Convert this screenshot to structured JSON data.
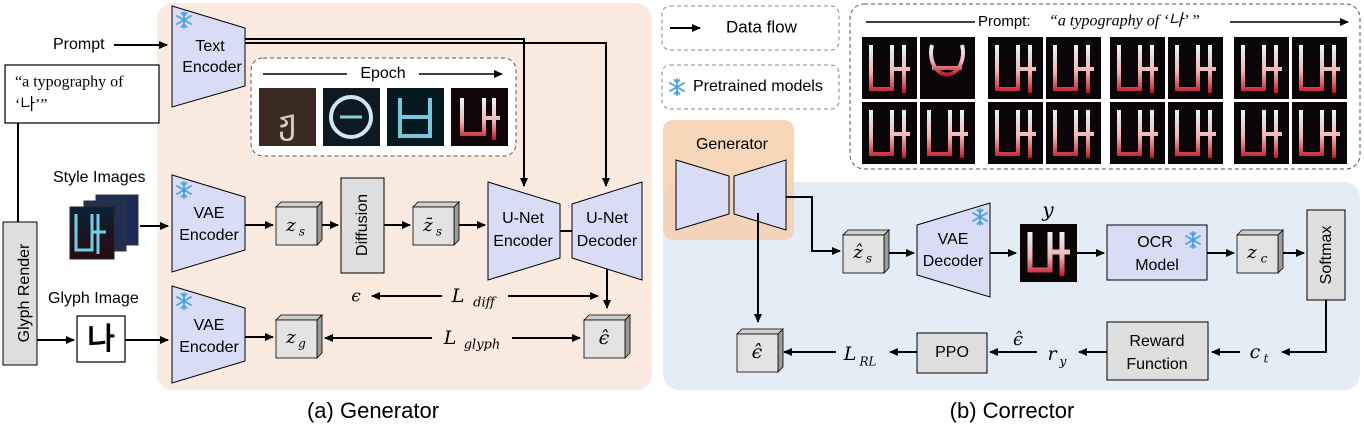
{
  "generator": {
    "caption": "(a) Generator",
    "prompt_label": "Prompt",
    "prompt_text_line1": "“a typography of",
    "prompt_text_line2": "‘나’”",
    "glyph_render": "Glyph Render",
    "style_images_label": "Style Images",
    "glyph_image_label": "Glyph Image",
    "glyph_char": "나",
    "text_encoder": [
      "Text",
      "Encoder"
    ],
    "vae_encoder_style": [
      "VAE",
      "Encoder"
    ],
    "vae_encoder_glyph": [
      "VAE",
      "Encoder"
    ],
    "z_s": "z",
    "z_s_sub": "s",
    "diffusion": "Diffusion",
    "z_bar_s": "z̄",
    "z_bar_s_sub": "s",
    "unet_encoder": [
      "U-Net",
      "Encoder"
    ],
    "unet_decoder": [
      "U-Net",
      "Decoder"
    ],
    "epoch_label": "Epoch",
    "epsilon": "ϵ",
    "l_diff": "L",
    "l_diff_sub": "diff",
    "z_g": "z",
    "z_g_sub": "g",
    "l_glyph": "L",
    "l_glyph_sub": "glyph",
    "eps_hat": "ϵ̂"
  },
  "legend": {
    "data_flow": "Data flow",
    "pretrained_models": "Pretrained models"
  },
  "samples": {
    "prompt_prefix": "Prompt:",
    "prompt_text": "“a typography of ‘나’ ”"
  },
  "corrector": {
    "caption": "(b) Corrector",
    "generator": "Generator",
    "z_hat_s": "ẑ",
    "z_hat_s_sub": "s",
    "vae_decoder": [
      "VAE",
      "Decoder"
    ],
    "y": "y",
    "ocr_model": [
      "OCR",
      "Model"
    ],
    "z_c": "z",
    "z_c_sub": "c",
    "softmax": "Softmax",
    "c_t": "c",
    "c_t_sub": "t",
    "reward_function": [
      "Reward",
      "Function"
    ],
    "eps_hat": "ϵ̂",
    "r_y": "r",
    "r_y_sub": "y",
    "ppo": "PPO",
    "l_rl": "L",
    "l_rl_sub": "RL",
    "eps_hat_out": "ϵ̂"
  },
  "colors": {
    "generator_bg": "#fbeadf",
    "corrector_bg": "#e4ecf6",
    "encoder_fill": "#d9dcf5",
    "box_fill": "#dedede",
    "snowflake": "#4aa3df",
    "orange_box": "#f6cfae"
  }
}
